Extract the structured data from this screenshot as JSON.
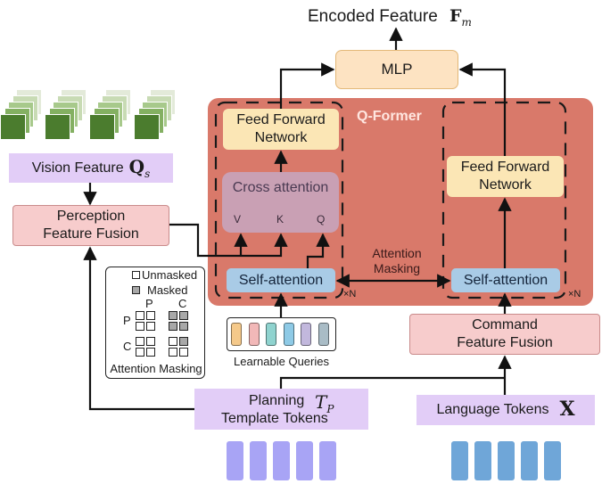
{
  "title": {
    "text": "Encoded Feature",
    "symbol": "F",
    "subscript": "m"
  },
  "mlp": {
    "label": "MLP"
  },
  "qformer": {
    "label": "Q-Former",
    "repeat_left": "×N",
    "repeat_right": "×N"
  },
  "left_branch": {
    "ffn": {
      "line1": "Feed Forward",
      "line2": "Network"
    },
    "cross_attention": {
      "label": "Cross attention",
      "inputs": [
        "V",
        "K",
        "Q"
      ]
    },
    "self_attention": {
      "label": "Self-attention"
    }
  },
  "right_branch": {
    "ffn": {
      "line1": "Feed Forward",
      "line2": "Network"
    },
    "self_attention": {
      "label": "Self-attention"
    }
  },
  "attention_masking_link": {
    "line1": "Attention",
    "line2": "Masking"
  },
  "vision": {
    "label": "Vision Feature",
    "symbol": "Q",
    "subscript": "s",
    "stack_count": 4
  },
  "perception_fusion": {
    "line1": "Perception",
    "line2": "Feature Fusion"
  },
  "command_fusion": {
    "line1": "Command",
    "line2": "Feature Fusion"
  },
  "learnable_queries": {
    "label": "Learnable Queries",
    "colors": [
      "#f5c98a",
      "#f2b8b8",
      "#8fd3cf",
      "#8ecae6",
      "#c2b8dd",
      "#a9bcc6"
    ]
  },
  "legend": {
    "unmasked": "Unmasked",
    "masked": "Masked",
    "col_labels": [
      "P",
      "C"
    ],
    "row_labels": [
      "P",
      "C"
    ],
    "title": "Attention Masking",
    "grid": {
      "PP": [
        0,
        0,
        0,
        0
      ],
      "PC": [
        1,
        1,
        1,
        1
      ],
      "CP": [
        0,
        0,
        0,
        0
      ],
      "CC": [
        0,
        1,
        0,
        0
      ]
    }
  },
  "planning_tokens": {
    "line1": "Planning",
    "line2": "Template Tokens",
    "symbol": "T",
    "subscript": "P",
    "count": 5,
    "color": "#a8a4f5"
  },
  "language_tokens": {
    "label": "Language Tokens",
    "symbol": "X",
    "count": 5,
    "color": "#6fa6d8"
  },
  "colors": {
    "qformer_bg": "#d9796a",
    "ffn_bg": "#fbe6b5",
    "mlp_bg": "#fde3c2",
    "cross_bg": "#c9a0b4",
    "self_bg": "#a9cbe6",
    "fusion_bg": "#f7cccc",
    "token_label_bg": "#e2cdf7",
    "green_dark": "#4b7c2e"
  }
}
